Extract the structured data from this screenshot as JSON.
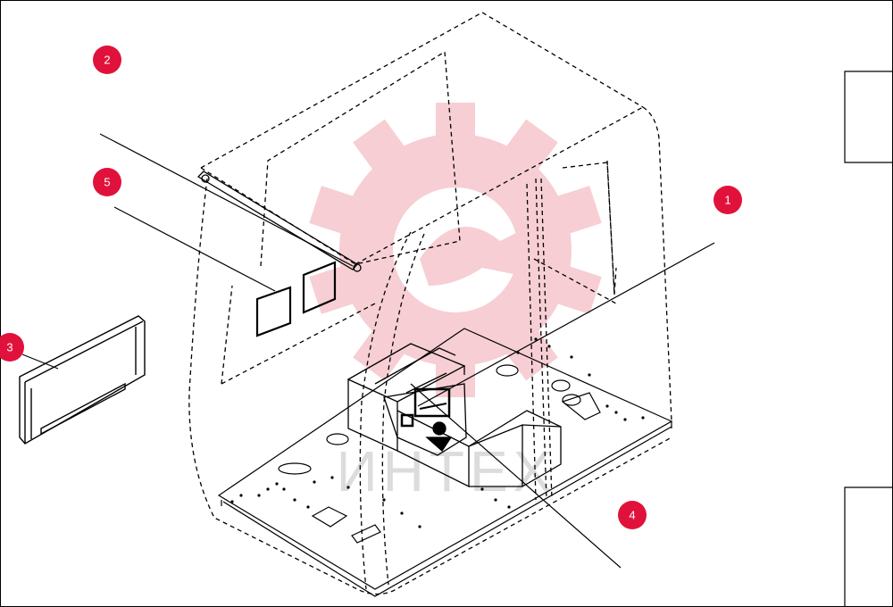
{
  "colors": {
    "line": "#000000",
    "callout": "#e0123c",
    "callout_text": "#ffffff",
    "watermark": "#f6c9cf",
    "watermark_text": "#c9c9c9"
  },
  "watermark": {
    "text": "ИНТЕХ"
  },
  "callouts": [
    {
      "id": "1",
      "label": "1"
    },
    {
      "id": "2",
      "label": "2"
    },
    {
      "id": "3",
      "label": "3"
    },
    {
      "id": "4",
      "label": "4"
    },
    {
      "id": "5",
      "label": "5"
    }
  ]
}
